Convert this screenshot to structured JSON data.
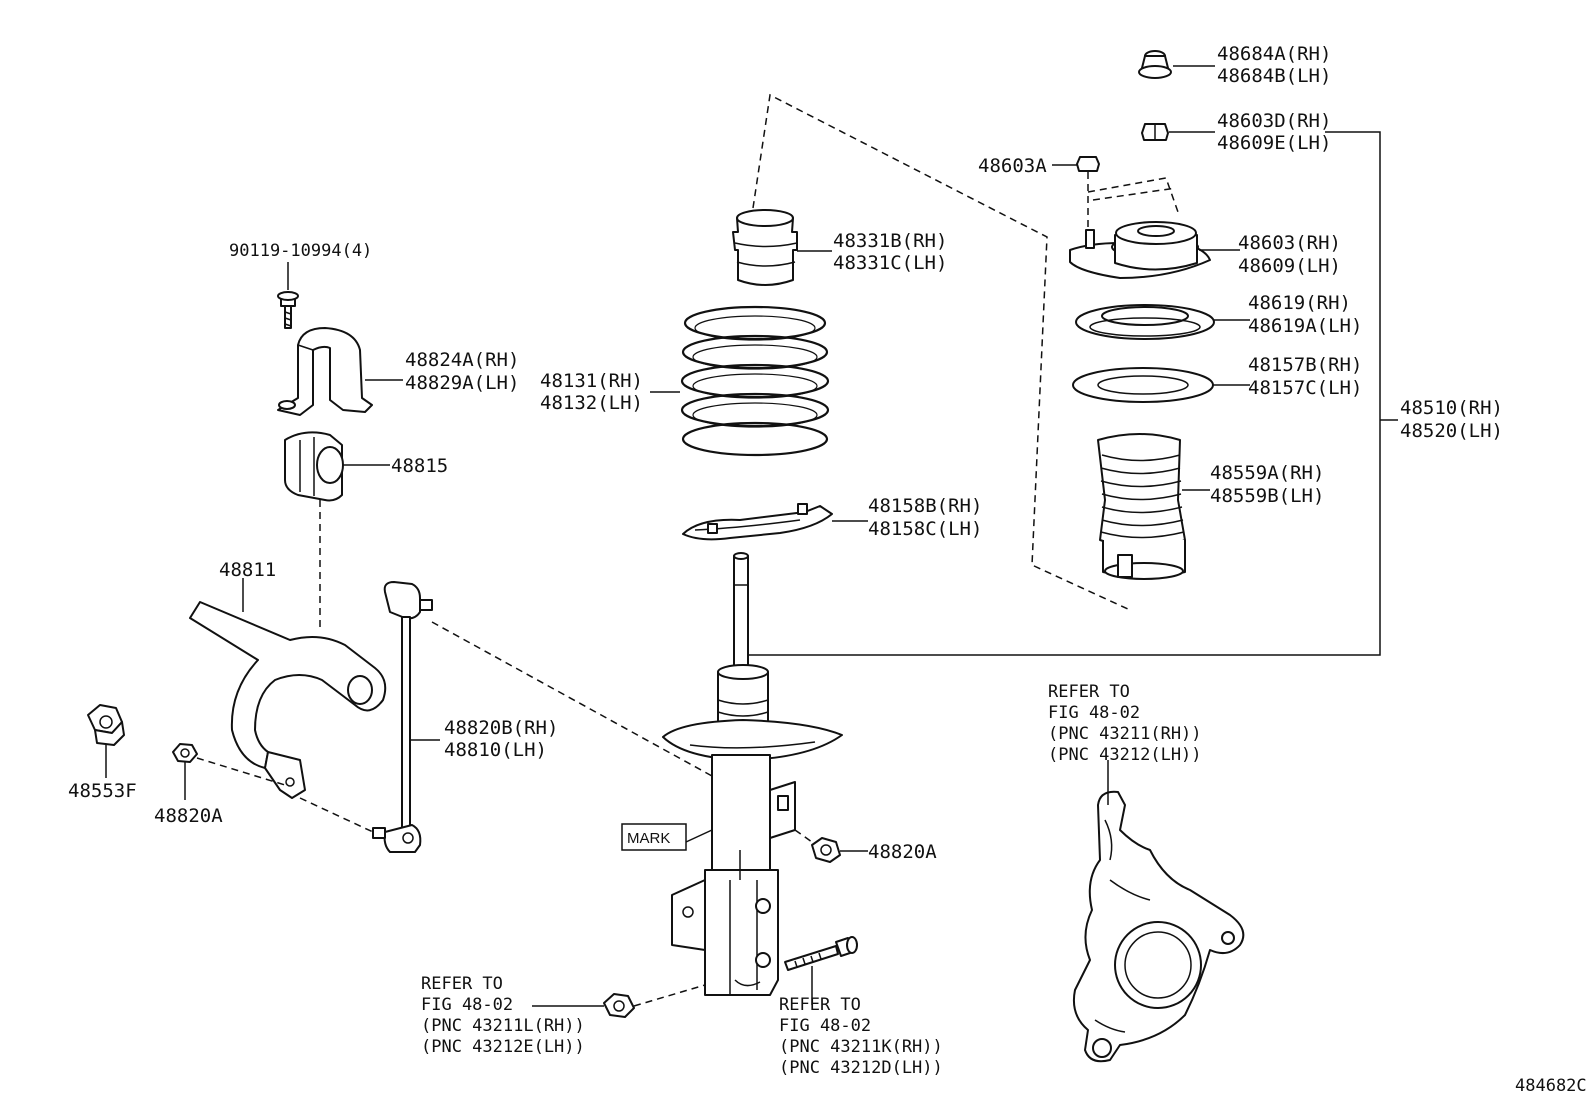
{
  "diagram_code": "484682C",
  "mark_label": "MARK",
  "callouts": {
    "bump_stop_cap_rh": "48684A(RH)",
    "bump_stop_cap_lh": "48684B(LH)",
    "nut_top_rh": "48603D(RH)",
    "nut_top_lh": "48609E(LH)",
    "nut_small": "48603A",
    "support_rh": "48603(RH)",
    "support_lh": "48609(LH)",
    "bearing_rh": "48619(RH)",
    "bearing_lh": "48619A(LH)",
    "insulator_upper_rh": "48157B(RH)",
    "insulator_upper_lh": "48157C(LH)",
    "boot_rh": "48559A(RH)",
    "boot_lh": "48559B(LH)",
    "strut_assy_rh": "48510(RH)",
    "strut_assy_lh": "48520(LH)",
    "bumper_rh": "48331B(RH)",
    "bumper_lh": "48331C(LH)",
    "spring_rh": "48131(RH)",
    "spring_lh": "48132(LH)",
    "insulator_lower_rh": "48158B(RH)",
    "insulator_lower_lh": "48158C(LH)",
    "bolt_bracket": "90119-10994(4)",
    "bracket_rh": "48824A(RH)",
    "bracket_lh": "48829A(LH)",
    "bushing": "48815",
    "stabilizer_bar": "48811",
    "link_rh": "48820B(RH)",
    "link_lh": "48810(LH)",
    "nut_left": "48553F",
    "nut_link_left": "48820A",
    "nut_link_right": "48820A"
  },
  "refer_knuckle": [
    "REFER TO",
    "FIG 48-02",
    "(PNC 43211(RH))",
    "(PNC 43212(LH))"
  ],
  "refer_nut": [
    "REFER TO",
    "FIG 48-02",
    "(PNC 43211L(RH))",
    "(PNC 43212E(LH))"
  ],
  "refer_bolt": [
    "REFER TO",
    "FIG 48-02",
    "(PNC 43211K(RH))",
    "(PNC 43212D(LH))"
  ]
}
